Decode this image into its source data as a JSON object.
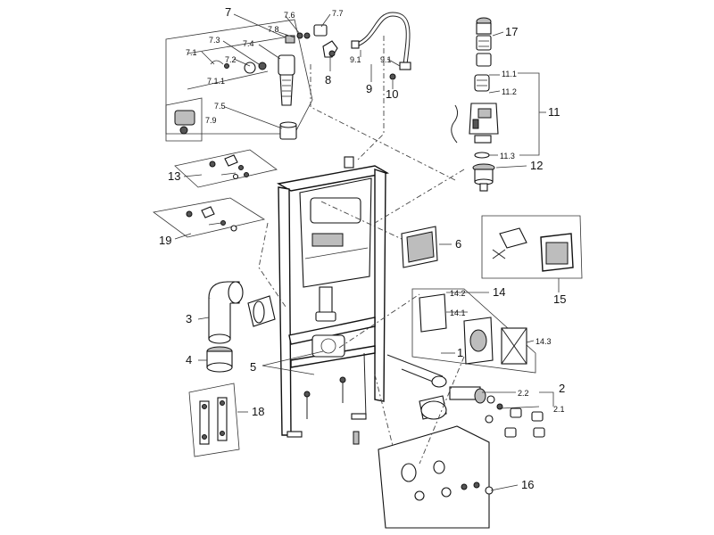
{
  "labels": {
    "l7": "7",
    "l7_6": "7.6",
    "l7_7": "7.7",
    "l7_8": "7.8",
    "l7_3": "7.3",
    "l7_4": "7.4",
    "l7_1": "7.1",
    "l7_2": "7.2",
    "l7_1_1": "7.1.1",
    "l7_5": "7.5",
    "l7_9": "7.9",
    "l8": "8",
    "l9": "9",
    "l9_1a": "9.1",
    "l9_1b": "9.1",
    "l10": "10",
    "l17": "17",
    "l11": "11",
    "l11_1": "11.1",
    "l11_2": "11.2",
    "l11_3": "11.3",
    "l12": "12",
    "l13": "13",
    "l19": "19",
    "l6": "6",
    "l15": "15",
    "l14": "14",
    "l14_1": "14.1",
    "l14_2": "14.2",
    "l14_3": "14.3",
    "l3": "3",
    "l4": "4",
    "l5": "5",
    "l1": "1",
    "l2": "2",
    "l2_1": "2.1",
    "l2_2": "2.2",
    "l18": "18",
    "l16": "16"
  }
}
